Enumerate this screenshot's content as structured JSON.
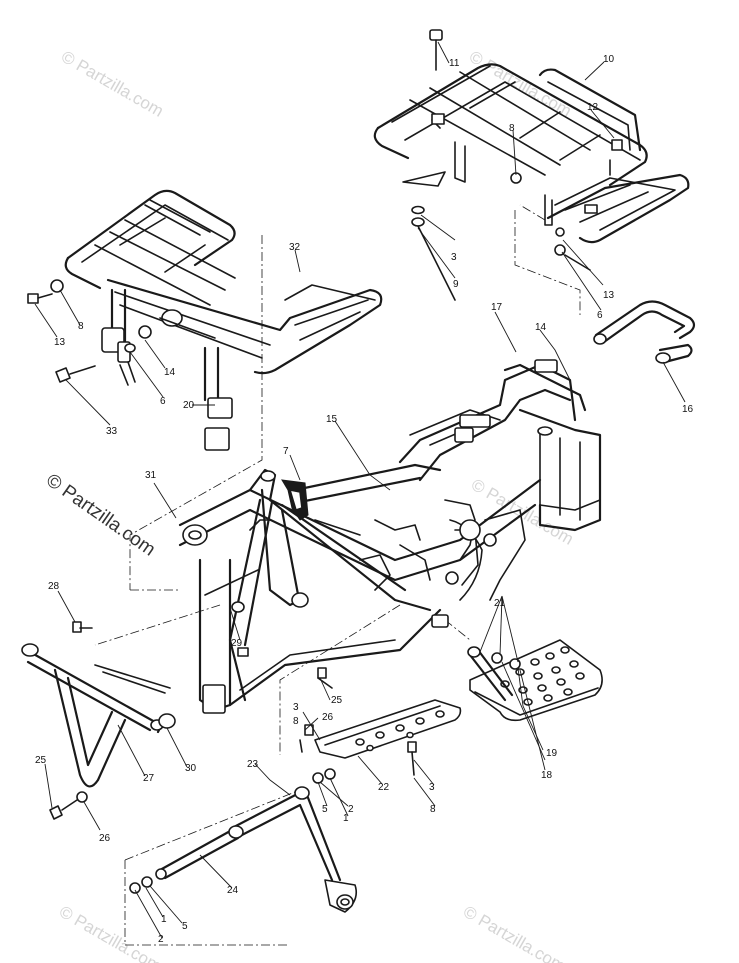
{
  "watermark": {
    "text": "© Partzilla.com"
  },
  "callouts": {
    "c1a": "1",
    "c1b": "1",
    "c2a": "2",
    "c2b": "2",
    "c3a": "3",
    "c3b": "3",
    "c3c": "3",
    "c5a": "5",
    "c5b": "5",
    "c25b": "25",
    "c6a": "6",
    "c6b": "6",
    "c7": "7",
    "c8a": "8",
    "c8b": "8",
    "c8c": "8",
    "c8d": "8",
    "c9": "9",
    "c10": "10",
    "c11": "11",
    "c12": "12",
    "c13a": "13",
    "c13b": "13",
    "c14a": "14",
    "c14b": "14",
    "c15": "15",
    "c16": "16",
    "c17": "17",
    "c18": "18",
    "c19": "19",
    "c20": "20",
    "c21": "21",
    "c22": "22",
    "c23": "23",
    "c24": "24",
    "c25": "25",
    "c26a": "26",
    "c26b": "26",
    "c27": "27",
    "c28": "28",
    "c29": "29",
    "c30": "30",
    "c31": "31",
    "c32": "32",
    "c33": "33"
  }
}
